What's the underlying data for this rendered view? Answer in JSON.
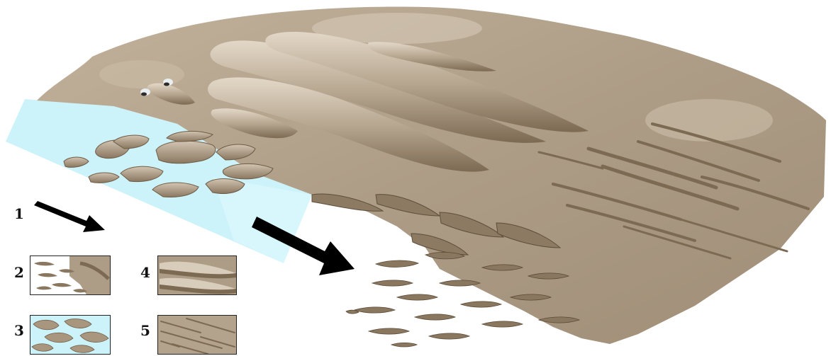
{
  "colors": {
    "terrain": "#ad9c86",
    "terrain_light": "#cbbda9",
    "terrain_dark": "#7c6a53",
    "water": "#cdf3fa",
    "water_edge": "#b6e9f3",
    "arrow": "#000000",
    "outline": "#222222"
  },
  "legend": {
    "items": [
      {
        "number": "1",
        "icon": "wind-direction-arrow"
      },
      {
        "number": "2",
        "icon": "barchan-crescent-dunes-swatch"
      },
      {
        "number": "3",
        "icon": "parabolic-dunes-over-water-swatch"
      },
      {
        "number": "4",
        "icon": "longitudinal-ridge-dunes-swatch"
      },
      {
        "number": "5",
        "icon": "linear-streak-dunes-swatch"
      }
    ]
  }
}
